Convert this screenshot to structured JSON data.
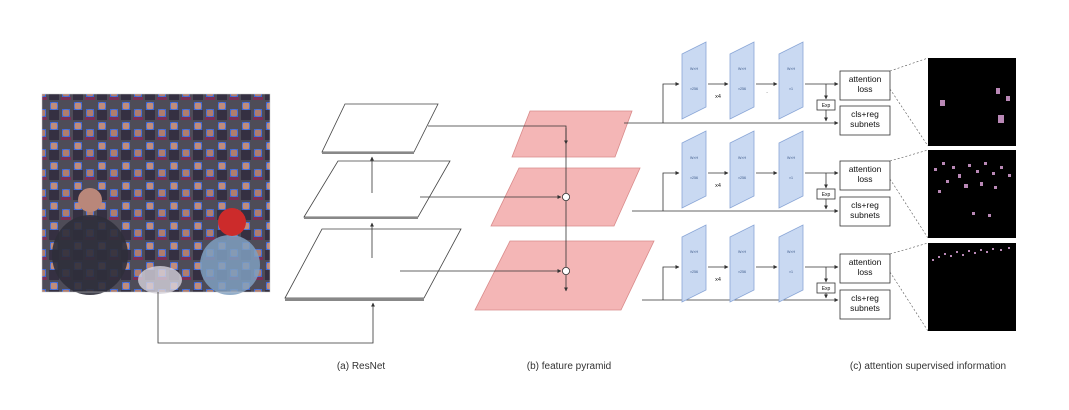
{
  "captions": {
    "resnet": "(a) ResNet",
    "pyramid": "(b) feature pyramid",
    "attention": "(c) attention supervised information"
  },
  "heads": [
    {
      "conv_labels": [
        "W×H ×256",
        "W×H ×256",
        "W×H ×1"
      ],
      "repeat_label": "x4",
      "between_label": "·",
      "exp_label": "Exp",
      "attention_loss": [
        "attention",
        "loss"
      ],
      "subnets": [
        "cls+reg",
        "subnets"
      ]
    },
    {
      "conv_labels": [
        "W×H ×256",
        "W×H ×256",
        "W×H ×1"
      ],
      "repeat_label": "x4",
      "between_label": "",
      "exp_label": "Exp",
      "attention_loss": [
        "attention",
        "loss"
      ],
      "subnets": [
        "cls+reg",
        "subnets"
      ]
    },
    {
      "conv_labels": [
        "W×H ×256",
        "W×H ×256",
        "W×H ×1"
      ],
      "repeat_label": "x4",
      "between_label": "",
      "exp_label": "Exp",
      "attention_loss": [
        "attention",
        "loss"
      ],
      "subnets": [
        "cls+reg",
        "subnets"
      ]
    }
  ],
  "colors": {
    "pyramid_fill": "#f4b6b6",
    "pyramid_stroke": "#d98a8a",
    "conv_fill": "#c9d9f2",
    "conv_stroke": "#8aa6d6",
    "line": "#333333",
    "attention_bg": "#000000",
    "attention_dot": "#d9a0d6"
  }
}
